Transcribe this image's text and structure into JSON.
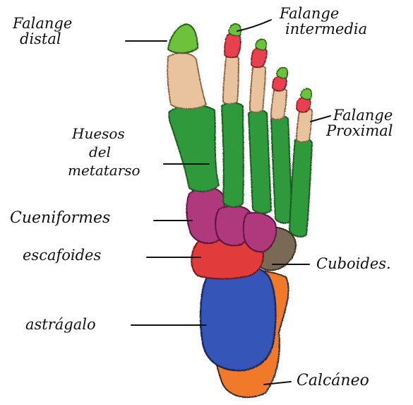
{
  "labels": {
    "falange_distal": [
      "Falange",
      "distal"
    ],
    "falange_intermedia": [
      "Falange",
      "intermedia"
    ],
    "falange_proximal": [
      "Falange",
      "Proximal"
    ],
    "huesos_metatarso": [
      "Huesos",
      "del",
      "metatarso"
    ],
    "cueniformes": "Cueniformes",
    "escafoides": "escafoides",
    "cuboides": "Cuboides.",
    "astragalo": "astrágalo",
    "calcaneo": "Calcáneo"
  },
  "colors": {
    "distal_phalanx": "#6cc23a",
    "intermediate_phalanx": "#e8404f",
    "proximal_phalanx": "#e9c39e",
    "metatarsal": "#2f9a3a",
    "cuneiform": "#b0397c",
    "navicular": "#e23a3a",
    "cuboid": "#7a6a55",
    "talus": "#3656b8",
    "calcaneus": "#f07a2a",
    "ink": "#111111"
  }
}
